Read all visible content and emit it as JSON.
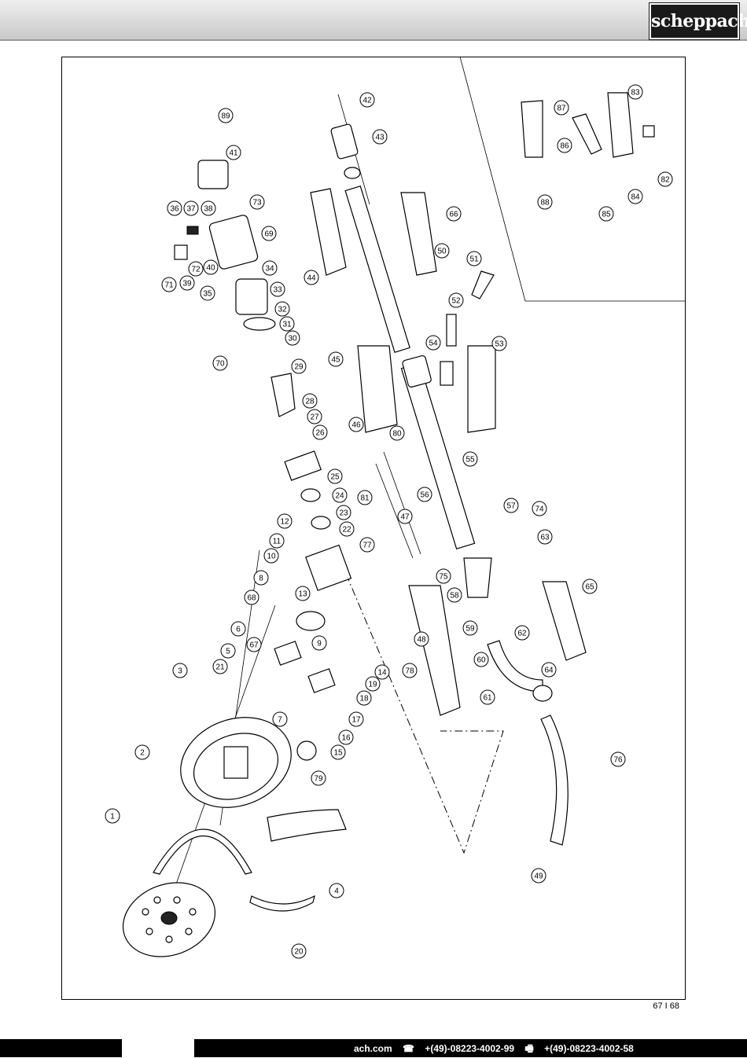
{
  "brand": {
    "logo_text": "scheppach"
  },
  "page": {
    "number": "67 I 68"
  },
  "footer": {
    "website": "ach.com",
    "phone_icon": "phone-icon",
    "phone": "+(49)-08223-4002-99",
    "fax_icon": "fax-icon",
    "fax": "+(49)-08223-4002-58"
  },
  "callouts": [
    "1",
    "2",
    "3",
    "4",
    "5",
    "6",
    "7",
    "8",
    "9",
    "10",
    "11",
    "12",
    "13",
    "14",
    "15",
    "16",
    "17",
    "18",
    "19",
    "20",
    "21",
    "22",
    "23",
    "24",
    "25",
    "26",
    "27",
    "28",
    "29",
    "30",
    "31",
    "32",
    "33",
    "34",
    "35",
    "36",
    "37",
    "38",
    "39",
    "40",
    "41",
    "42",
    "43",
    "44",
    "45",
    "46",
    "47",
    "48",
    "49",
    "50",
    "51",
    "52",
    "53",
    "54",
    "55",
    "56",
    "57",
    "58",
    "59",
    "60",
    "61",
    "62",
    "63",
    "64",
    "65",
    "66",
    "67",
    "68",
    "69",
    "70",
    "71",
    "72",
    "73",
    "74",
    "75",
    "76",
    "77",
    "78",
    "79",
    "80",
    "81",
    "82",
    "83",
    "84",
    "85",
    "86",
    "87",
    "88",
    "89"
  ]
}
